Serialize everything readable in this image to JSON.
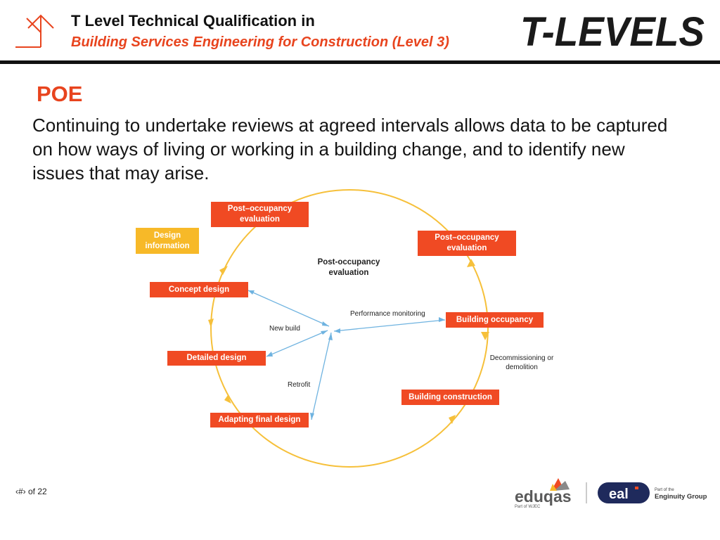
{
  "header": {
    "title": "T Level Technical Qualification in",
    "subtitle": "Building Services Engineering for Construction (Level 3)",
    "brand_logo_text": "T-LEVELS"
  },
  "slide": {
    "title": "POE",
    "body": "Continuing to undertake reviews at agreed intervals allows data to be captured on how ways of living or working in a building change, and to identify new issues that may arise."
  },
  "diagram": {
    "boxes": {
      "poe_top": "Post–occupancy evaluation",
      "design_information": "Design information",
      "concept_design": "Concept design",
      "detailed_design": "Detailed design",
      "adapting_final_design": "Adapting final design",
      "poe_right": "Post–occupancy evaluation",
      "building_occupancy": "Building occupancy",
      "building_construction": "Building construction"
    },
    "labels": {
      "center": "Post-occupancy evaluation",
      "performance_monitoring": "Performance monitoring",
      "new_build": "New build",
      "retrofit": "Retrofit",
      "decommissioning": "Decommissioning or demolition"
    }
  },
  "footer": {
    "page_number": "‹#› of 22",
    "eduqas_logo_text": "eduqas",
    "eduqas_tagline": "Part of WJEC",
    "eal_logo_text": "eal",
    "enginuity_prefix": "Part of the",
    "enginuity_text": "Enginuity Group"
  },
  "colors": {
    "accent": "#e8441e",
    "box_orange": "#f04a23",
    "box_yellow": "#f7b928",
    "cycle_line": "#f6c03a",
    "arrow_blue": "#6fb3e0",
    "eal_navy": "#1f2a5c"
  }
}
